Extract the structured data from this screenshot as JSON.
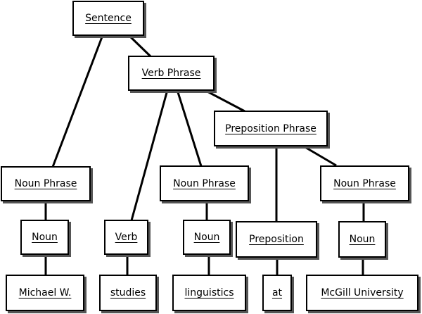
{
  "nodes": {
    "sentence": "Sentence",
    "verb_phrase": "Verb Phrase",
    "noun_phrase_1": "Noun Phrase",
    "preposition_phrase": "Preposition Phrase",
    "noun_phrase_2": "Noun Phrase",
    "noun_phrase_3": "Noun Phrase",
    "noun_1": "Noun",
    "verb": "Verb",
    "noun_2": "Noun",
    "preposition": "Preposition",
    "noun_3": "Noun",
    "leaf_michael": "Michael W.",
    "leaf_studies": "studies",
    "leaf_linguistics": "linguistics",
    "leaf_at": "at",
    "leaf_mcgill": "McGill University"
  }
}
